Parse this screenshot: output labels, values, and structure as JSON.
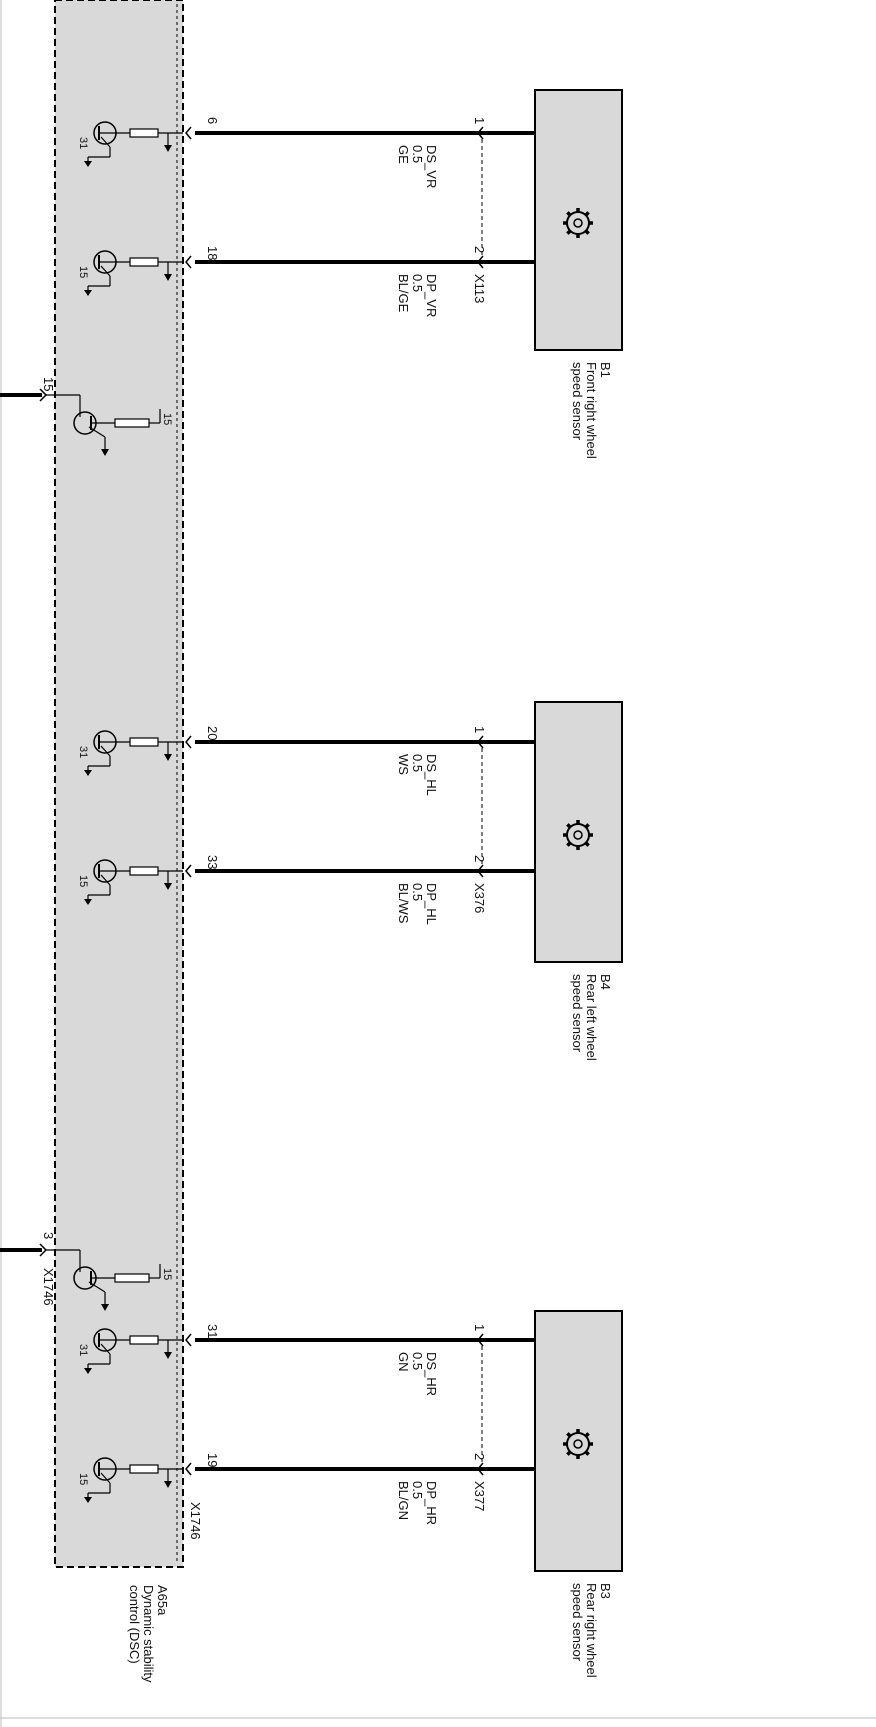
{
  "module": {
    "designator": "A65a",
    "line2": "Dynamic stability",
    "line3": "control (DSC)",
    "connector": "X1746"
  },
  "supply_pins": [
    {
      "pin": "15",
      "transistor": "15"
    },
    {
      "pin": "3",
      "transistor": "15"
    }
  ],
  "sensors": [
    {
      "designator": "B1",
      "line2": "Front right wheel",
      "line3": "speed sensor",
      "connector": "X113",
      "wires": [
        {
          "module_pin": "6",
          "sensor_pin": "1",
          "signal": "DS_VR",
          "size": "0.5",
          "color": "GE",
          "transistor": "31"
        },
        {
          "module_pin": "18",
          "sensor_pin": "2",
          "signal": "DP_VR",
          "size": "0.5",
          "color": "BL/GE",
          "transistor": "15"
        }
      ]
    },
    {
      "designator": "B4",
      "line2": "Rear left wheel",
      "line3": "speed sensor",
      "connector": "X376",
      "wires": [
        {
          "module_pin": "20",
          "sensor_pin": "1",
          "signal": "DS_HL",
          "size": "0.5",
          "color": "WS",
          "transistor": "31"
        },
        {
          "module_pin": "33",
          "sensor_pin": "2",
          "signal": "DP_HL",
          "size": "0.5",
          "color": "BL/WS",
          "transistor": "15"
        }
      ]
    },
    {
      "designator": "B3",
      "line2": "Rear right wheel",
      "line3": "speed sensor",
      "connector": "X377",
      "wires": [
        {
          "module_pin": "31",
          "sensor_pin": "1",
          "signal": "DS_HR",
          "size": "0.5",
          "color": "GN",
          "transistor": "31"
        },
        {
          "module_pin": "19",
          "sensor_pin": "2",
          "signal": "DP_HR",
          "size": "0.5",
          "color": "BL/GN",
          "transistor": "15"
        }
      ]
    }
  ],
  "colors": {
    "module_fill": "#d9d9d9",
    "sensor_fill": "#d9d9d9",
    "wire": "#000000"
  }
}
